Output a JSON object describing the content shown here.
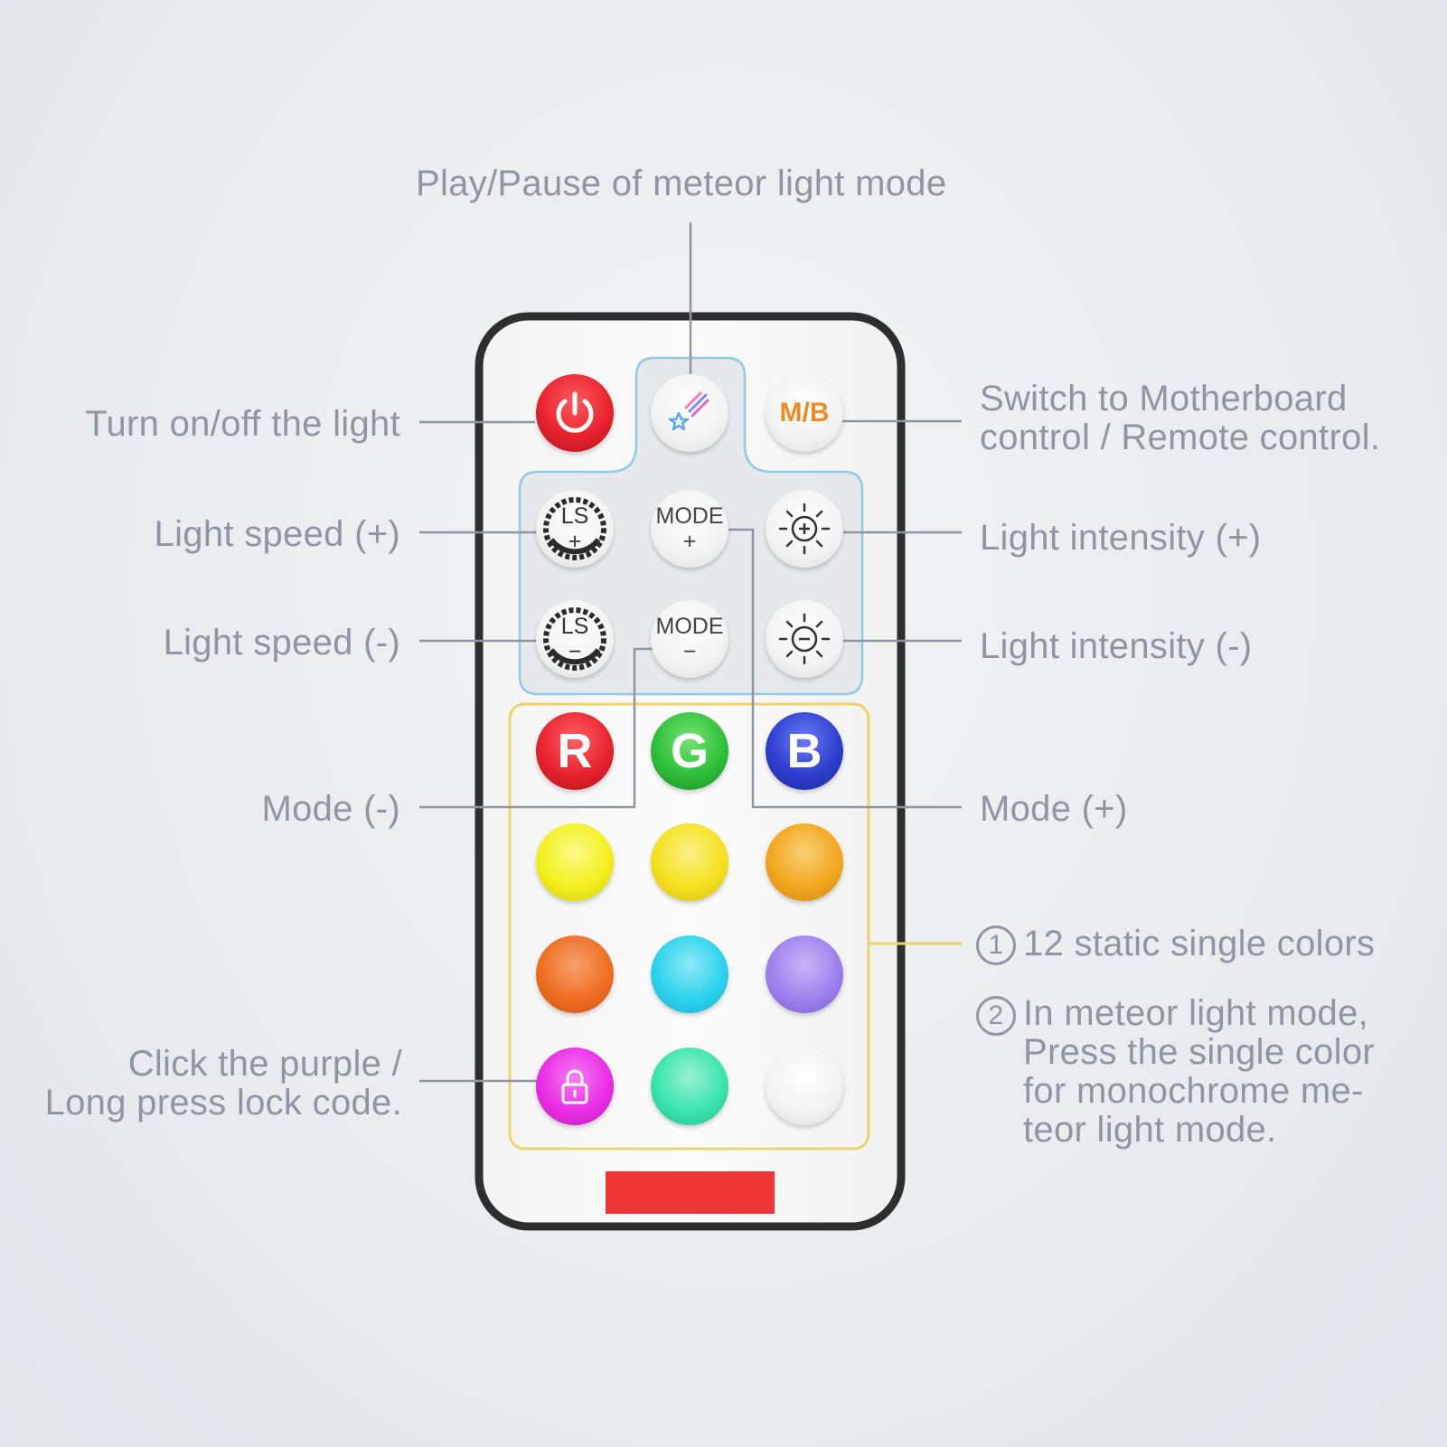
{
  "labels": {
    "play_pause": "Play/Pause of meteor light mode",
    "power": "Turn on/off the light",
    "mb_switch": "Switch to Motherboard\ncontrol / Remote control.",
    "speed_plus": "Light speed (+)",
    "speed_minus": "Light speed (-)",
    "intensity_plus": "Light intensity (+)",
    "intensity_minus": "Light intensity (-)",
    "mode_minus": "Mode (-)",
    "mode_plus": "Mode (+)",
    "lock": "Click the purple /\nLong press lock code.",
    "note1_num": "1",
    "note1": "12 static single colors",
    "note2_num": "2",
    "note2": "In meteor light mode,\nPress the single color\nfor monochrome me-\nteor light mode."
  },
  "buttons": {
    "mb": "M/B",
    "ls": "LS",
    "plus": "+",
    "minus": "−",
    "mode": "MODE",
    "r": "R",
    "g": "G",
    "b": "B"
  },
  "colors": {
    "label_text": "#8d96a2",
    "remote_border": "#2e2e2e",
    "top_panel_outline": "#8fcbe6",
    "color_panel_outline": "#ecd46a",
    "red": "#e8232e",
    "green": "#2fc03a",
    "blue": "#2e3fd0",
    "color_buttons": [
      "#f4f01e",
      "#f5e21f",
      "#f3a81f",
      "#ef6f22",
      "#2ed3ee",
      "#9f82ee",
      "#eb2ee6",
      "#3be5ad",
      "#f6f6f6"
    ],
    "brand_strip": "#ef3636"
  }
}
